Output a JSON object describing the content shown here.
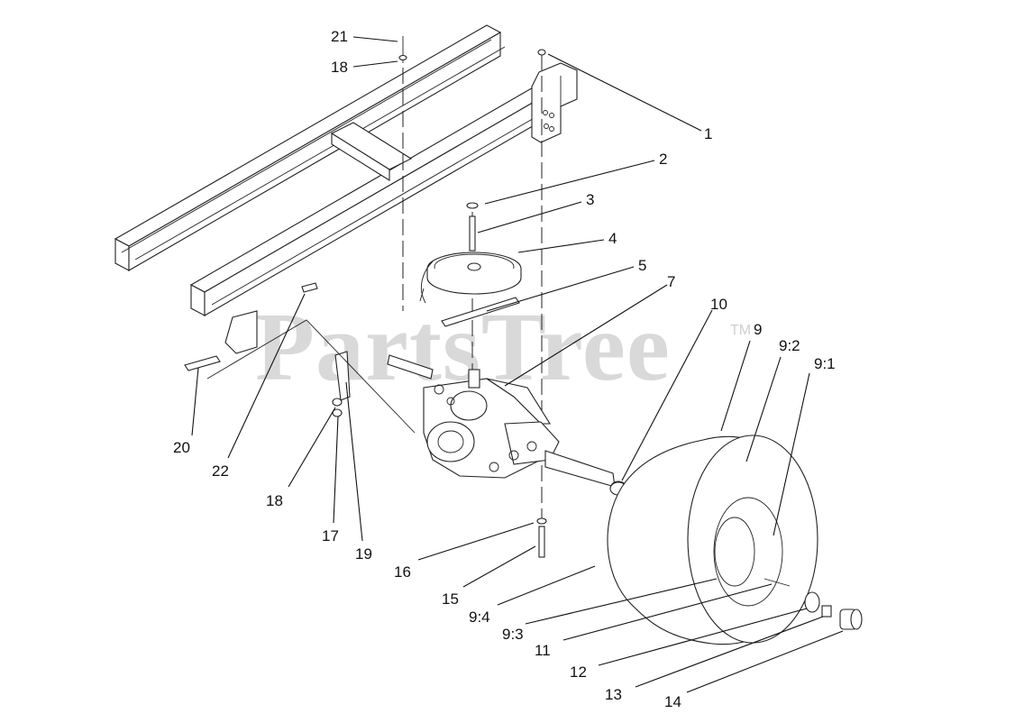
{
  "watermark": {
    "text": "PartsTree",
    "trademark": "TM"
  },
  "callouts": [
    {
      "id": "c-21",
      "label": "21"
    },
    {
      "id": "c-18a",
      "label": "18"
    },
    {
      "id": "c-1",
      "label": "1"
    },
    {
      "id": "c-2",
      "label": "2"
    },
    {
      "id": "c-3",
      "label": "3"
    },
    {
      "id": "c-4",
      "label": "4"
    },
    {
      "id": "c-5",
      "label": "5"
    },
    {
      "id": "c-7",
      "label": "7"
    },
    {
      "id": "c-10",
      "label": "10"
    },
    {
      "id": "c-9",
      "label": "9"
    },
    {
      "id": "c-9-2",
      "label": "9:2"
    },
    {
      "id": "c-9-1",
      "label": "9:1"
    },
    {
      "id": "c-20",
      "label": "20"
    },
    {
      "id": "c-22",
      "label": "22"
    },
    {
      "id": "c-18b",
      "label": "18"
    },
    {
      "id": "c-17",
      "label": "17"
    },
    {
      "id": "c-19",
      "label": "19"
    },
    {
      "id": "c-16",
      "label": "16"
    },
    {
      "id": "c-15",
      "label": "15"
    },
    {
      "id": "c-9-4",
      "label": "9:4"
    },
    {
      "id": "c-9-3",
      "label": "9:3"
    },
    {
      "id": "c-11",
      "label": "11"
    },
    {
      "id": "c-12",
      "label": "12"
    },
    {
      "id": "c-13",
      "label": "13"
    },
    {
      "id": "c-14",
      "label": "14"
    }
  ]
}
